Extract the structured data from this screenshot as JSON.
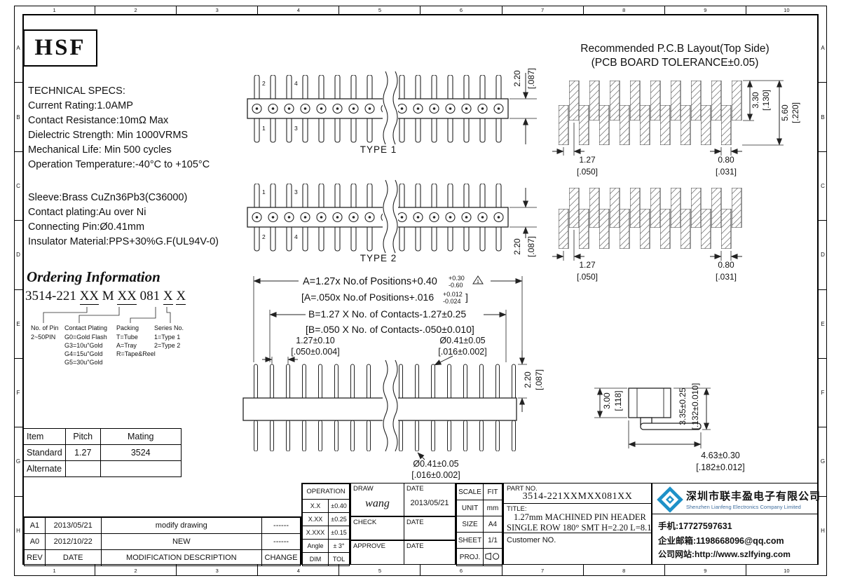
{
  "frame": {
    "columns": [
      "1",
      "2",
      "3",
      "4",
      "5",
      "6",
      "7",
      "8",
      "9",
      "10"
    ],
    "rows": [
      "A",
      "B",
      "C",
      "D",
      "E",
      "F",
      "G",
      "H"
    ]
  },
  "logo_text": "HSF",
  "tech_specs": {
    "title": "TECHNICAL SPECS:",
    "lines": [
      "Current Rating:1.0AMP",
      "Contact Resistance:10mΩ Max",
      "Dielectric Strength: Min 1000VRMS",
      "Mechanical Life: Min 500 cycles",
      "Operation Temperature:-40°C to +105°C"
    ]
  },
  "materials": {
    "lines": [
      "Sleeve:Brass CuZn36Pb3(C36000)",
      "Contact plating:Au over Ni",
      "Connecting Pin:Ø0.41mm",
      "Insulator Material:PPS+30%G.F(UL94V-0)"
    ]
  },
  "ordering": {
    "title": "Ordering Information",
    "segments": [
      {
        "t": "3514-221 "
      },
      {
        "t": "XX"
      },
      {
        "t": " M "
      },
      {
        "t": "XX"
      },
      {
        "t": " 081 "
      },
      {
        "t": "X"
      },
      {
        "t": " "
      },
      {
        "t": "X"
      }
    ],
    "pin_legend": {
      "title": "No. of Pin",
      "lines": [
        "2~50PIN"
      ]
    },
    "plating_legend": {
      "title": "Contact Plating",
      "lines": [
        "G0=Gold Flash",
        "G3=10u\"Gold",
        "G4=15u\"Gold",
        "G5=30u\"Gold"
      ]
    },
    "packing_legend": {
      "title": "Packing",
      "lines": [
        "T=Tube",
        "A=Tray",
        "R=Tape&Reel"
      ]
    },
    "series_legend": {
      "title": "Series No.",
      "lines": [
        "1=Type 1",
        "2=Type 2"
      ]
    }
  },
  "mating_table": {
    "rows": [
      [
        "Item",
        "Pitch",
        "Mating"
      ],
      [
        "Standard",
        "1.27",
        "3524"
      ],
      [
        "Alternate",
        "",
        ""
      ]
    ]
  },
  "types": {
    "t1": "TYPE 1",
    "t2": "TYPE 2",
    "t1_top": [
      "2",
      "4"
    ],
    "t1_bot": [
      "1",
      "3"
    ],
    "t2_top": [
      "1",
      "3"
    ],
    "t2_bot": [
      "2",
      "4"
    ],
    "h": "2.20",
    "h_in": "[.087]"
  },
  "pcb": {
    "title1": "Recommended P.C.B Layout(Top Side)",
    "title2": "(PCB BOARD TOLERANCE±0.05)",
    "d330": "3.30",
    "d330_in": "[.130]",
    "d560": "5.60",
    "d560_in": "[.220]",
    "d127": "1.27",
    "d127_in": "[.050]",
    "d080": "0.80",
    "d080_in": "[.031]"
  },
  "front": {
    "a": "A=1.27x No.of Positions+0.40",
    "a_plus": "+0.30",
    "a_minus": "-0.60",
    "rev_no": "1",
    "ai": "[A=.050x No.of Positions+.016",
    "ai_plus": "+0.012",
    "ai_minus": "-0.024",
    "ai_close": "]",
    "b": "B=1.27 X No. of Contacts-1.27±0.25",
    "bi": "[B=.050 X No. of Contacts-.050±0.010]",
    "pitch": "1.27±0.10",
    "pitch_in": "[.050±0.004]",
    "dia": "Ø0.41±0.05",
    "dia_in": "[.016±0.002]",
    "h": "2.20",
    "h_in": "[.087]",
    "tail_dia": "Ø0.41±0.05",
    "tail_dia_in": "[.016±0.002]"
  },
  "side": {
    "h1": "3.00",
    "h1_in": "[.118]",
    "h2": "3.35±0.25",
    "h2_in": "[.132±0.010]",
    "len": "4.63±0.30",
    "len_in": "[.182±0.012]"
  },
  "title_block": {
    "rev_headers": [
      "REV",
      "DATE",
      "MODIFICATION DESCRIPTION",
      "CHANGE"
    ],
    "rev_rows": [
      [
        "A1",
        "2013/05/21",
        "modify drawing",
        "------"
      ],
      [
        "A0",
        "2012/10/22",
        "NEW",
        "------"
      ]
    ],
    "operation_title": "OPERATION",
    "tol_rows": [
      [
        "X.X",
        "±0.40"
      ],
      [
        "X.XX",
        "±0.25"
      ],
      [
        "X.XXX",
        "±0.15"
      ],
      [
        "Angle",
        "± 3°"
      ]
    ],
    "tol_footer": [
      "DIM",
      "TOL"
    ],
    "draw_label": "DRAW",
    "drawn_by": "wang",
    "date_label": "DATE",
    "draw_date": "2013/05/21",
    "check_label": "CHECK",
    "approve_label": "APPROVE",
    "info_rows": [
      [
        "SCALE",
        "FIT"
      ],
      [
        "UNIT",
        "mm"
      ],
      [
        "SIZE",
        "A4"
      ],
      [
        "SHEET",
        "1/1"
      ]
    ],
    "proj_label": "PROJ.",
    "part_no_label": "PART NO.",
    "part_no": "3514-221XXMXX081XX",
    "title_label": "TITLE:",
    "title_line1": "1.27mm MACHINED PIN HEADER",
    "title_line2": "SINGLE ROW 180° SMT H=2.20 L=8.1",
    "customer_label": "Customer NO.",
    "company_cn": "深圳市联丰盈电子有限公司",
    "company_en": "Shenzhen Lianfeng Electronics Company Limited",
    "phone": "手机:17727597631",
    "email": "企业邮箱:1198668096@qq.com",
    "website": "公司网站:http://www.szlfying.com"
  },
  "colors": {
    "brand_blue": "#1d91c8",
    "line": "#1a1a1a"
  }
}
